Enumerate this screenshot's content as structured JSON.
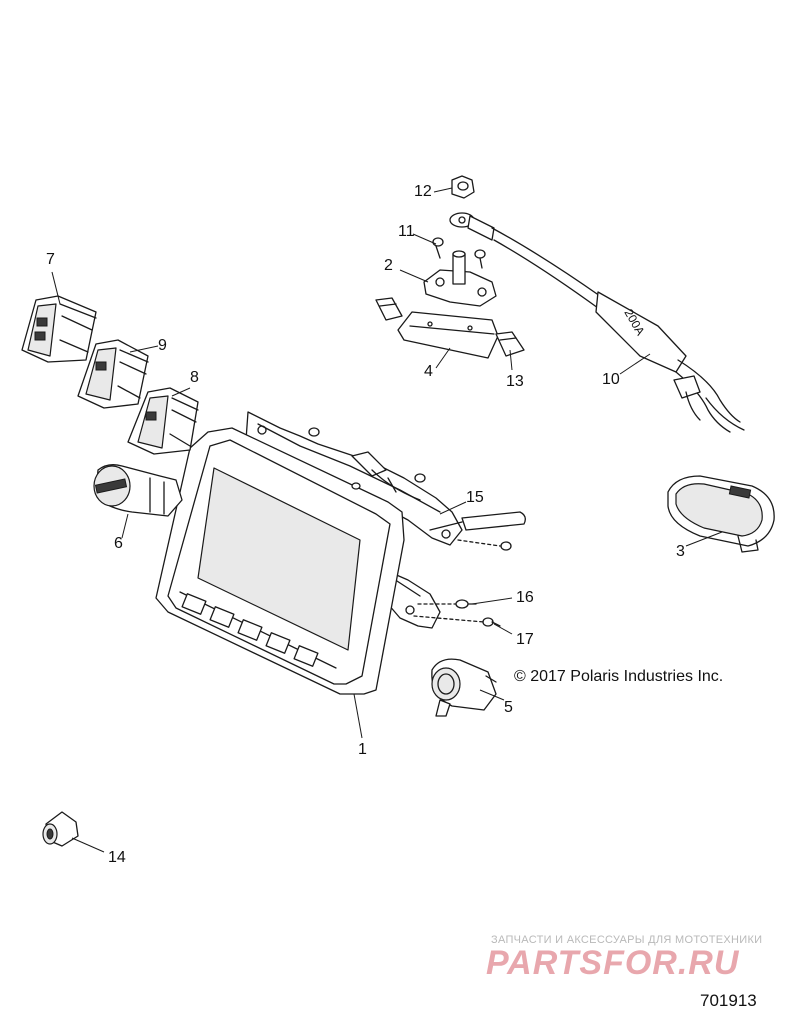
{
  "callouts": [
    {
      "id": "1",
      "label": "1"
    },
    {
      "id": "2",
      "label": "2"
    },
    {
      "id": "3",
      "label": "3"
    },
    {
      "id": "4",
      "label": "4"
    },
    {
      "id": "5",
      "label": "5"
    },
    {
      "id": "6",
      "label": "6"
    },
    {
      "id": "7",
      "label": "7"
    },
    {
      "id": "8",
      "label": "8"
    },
    {
      "id": "9",
      "label": "9"
    },
    {
      "id": "10",
      "label": "10"
    },
    {
      "id": "11",
      "label": "11"
    },
    {
      "id": "12",
      "label": "12"
    },
    {
      "id": "13",
      "label": "13"
    },
    {
      "id": "14",
      "label": "14"
    },
    {
      "id": "15",
      "label": "15"
    },
    {
      "id": "16",
      "label": "16"
    },
    {
      "id": "17",
      "label": "17"
    }
  ],
  "cable_marking": "200A",
  "copyright": "© 2017 Polaris Industries Inc.",
  "watermark": {
    "tagline": "ЗАПЧАСТИ И АКСЕССУАРЫ ДЛЯ МОТОТЕХНИКИ",
    "brand": "PARTSFOR.RU"
  },
  "diagram_id": "701913"
}
